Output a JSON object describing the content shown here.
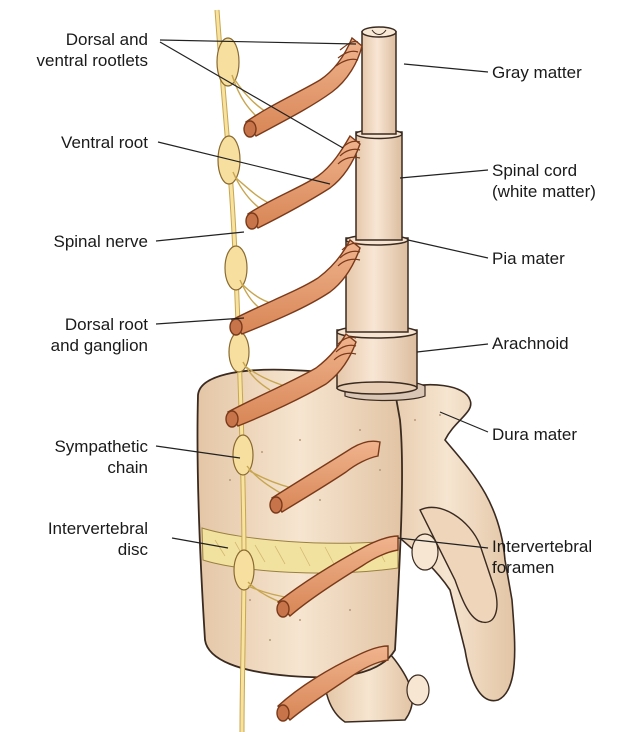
{
  "labels_left": [
    {
      "id": "dorsal-ventral-rootlets",
      "lines": [
        "Dorsal and",
        "ventral rootlets"
      ]
    },
    {
      "id": "ventral-root",
      "lines": [
        "Ventral root"
      ]
    },
    {
      "id": "spinal-nerve",
      "lines": [
        "Spinal nerve"
      ]
    },
    {
      "id": "dorsal-root-ganglion",
      "lines": [
        "Dorsal root",
        "and ganglion"
      ]
    },
    {
      "id": "sympathetic-chain",
      "lines": [
        "Sympathetic",
        "chain"
      ]
    },
    {
      "id": "intervertebral-disc",
      "lines": [
        "Intervertebral",
        "disc"
      ]
    }
  ],
  "labels_right": [
    {
      "id": "gray-matter",
      "lines": [
        "Gray matter"
      ]
    },
    {
      "id": "spinal-cord",
      "lines": [
        "Spinal cord",
        "(white matter)"
      ]
    },
    {
      "id": "pia-mater",
      "lines": [
        "Pia mater"
      ]
    },
    {
      "id": "arachnoid",
      "lines": [
        "Arachnoid"
      ]
    },
    {
      "id": "dura-mater",
      "lines": [
        "Dura mater"
      ]
    },
    {
      "id": "intervertebral-foramen",
      "lines": [
        "Intervertebral",
        "foramen"
      ]
    }
  ],
  "colors": {
    "cord": "#f3dcc6",
    "cord_shade": "#e0c2a6",
    "bone": "#f1dcc3",
    "bone_shade": "#dcc0a0",
    "nerve": "#e9a37a",
    "nerve_dark": "#c7744a",
    "ganglion": "#f7dfa0",
    "chain": "#f3d98a",
    "disc": "#f2e2a0",
    "outline": "#3a2a20",
    "leader": "#222222"
  }
}
